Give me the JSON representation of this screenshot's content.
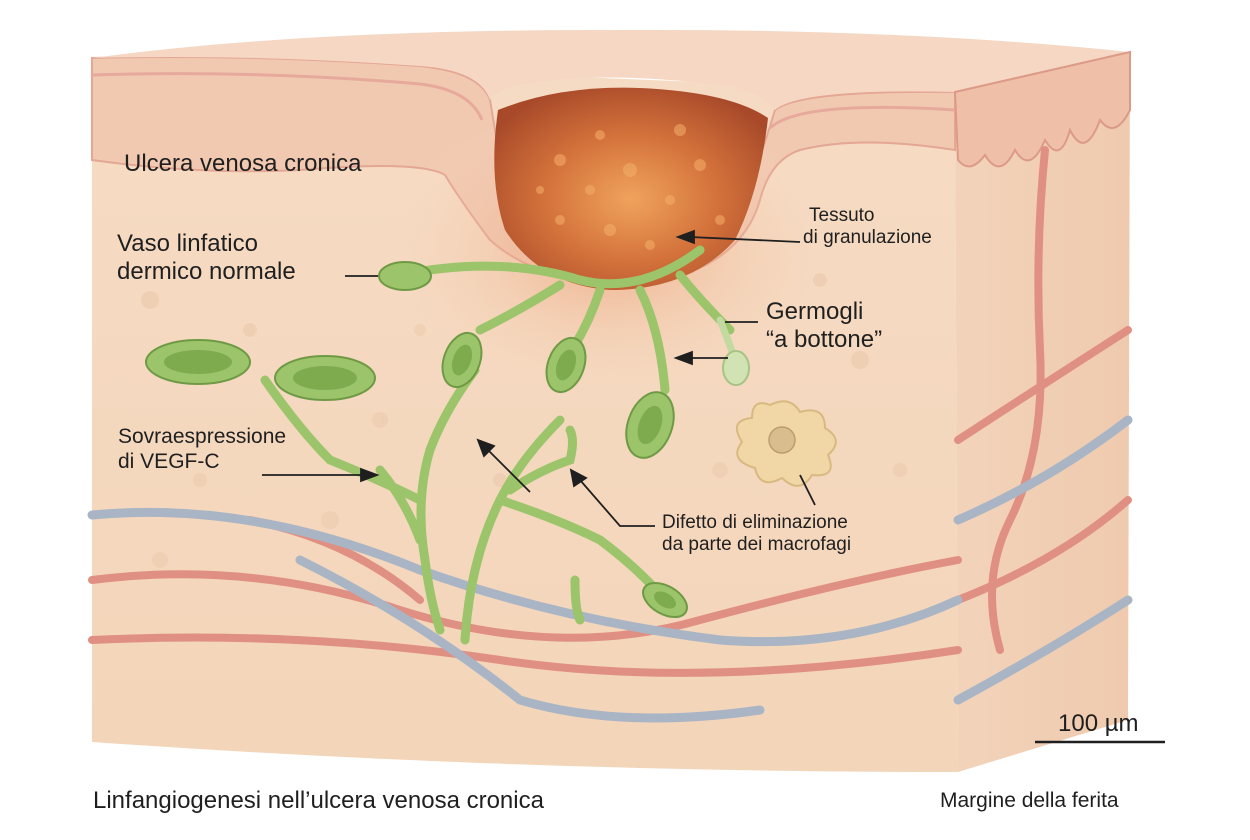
{
  "figure": {
    "caption": "Linfangiogenesi nell’ulcera venosa cronica",
    "side_note": "Margine della ferita",
    "scale_bar": "100 µm"
  },
  "labels": {
    "ulcer": "Ulcera venosa cronica",
    "normal_vessel": [
      "Vaso linfatico",
      "dermico normale"
    ],
    "granulation": [
      "Tessuto",
      "di granulazione"
    ],
    "buds": [
      "Germogli",
      "“a bottone”"
    ],
    "vegf": [
      "Sovraespressione",
      "di VEGF-C"
    ],
    "macrophage": [
      "Difetto di eliminazione",
      "da parte dei macrofagi"
    ]
  },
  "colors": {
    "skin_top": "#f3cfb8",
    "skin_side": "#f4d6bd",
    "dermis": "#f7dcc1",
    "wound": "#c9612f",
    "lymph": "#9cc46a",
    "lymph_dark": "#6f9a45",
    "artery": "#e08f83",
    "vein": "#a9b5c4",
    "macrophage": "#f1d7a6"
  }
}
